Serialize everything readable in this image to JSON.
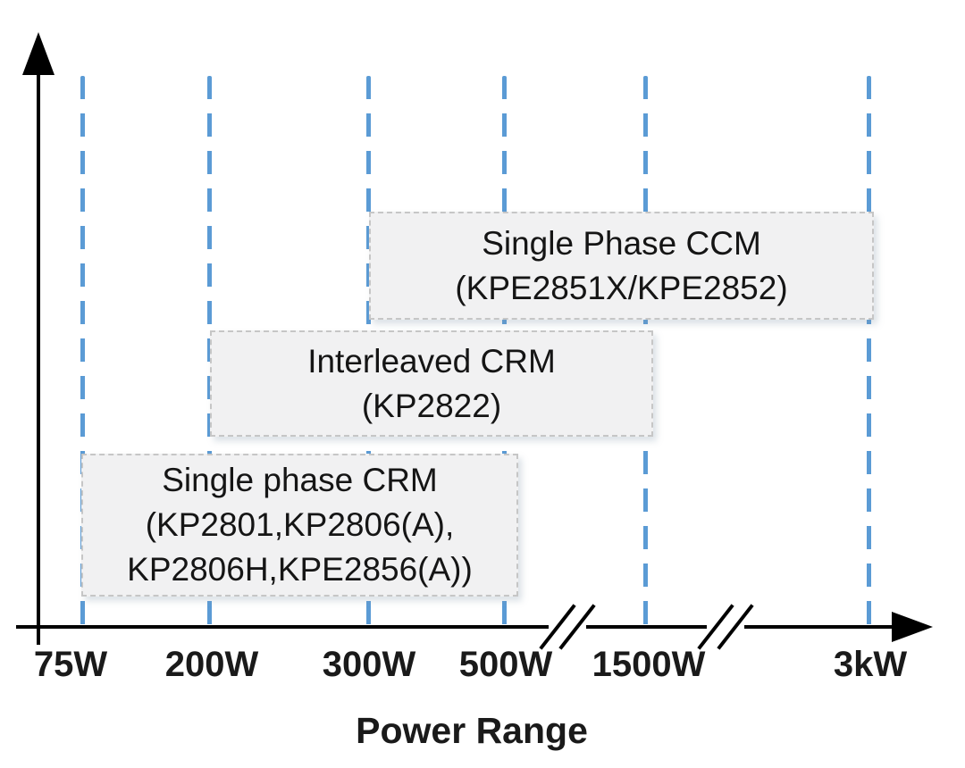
{
  "chart_data": {
    "type": "bar",
    "subtype": "horizontal-range-bars-on-power-axis",
    "title": "",
    "xlabel": "Power Range",
    "ylabel": "",
    "x_tick_labels": [
      "75W",
      "200W",
      "300W",
      "500W",
      "1500W",
      "3kW"
    ],
    "grid": "vertical dashed lines at each power tick",
    "axis_breaks": [
      "between 500W and 1500W",
      "between 1500W and 3kW"
    ],
    "series": [
      {
        "name": "Single Phase CCM",
        "parts": "(KPE2851X/KPE2852)",
        "range_start": "300W",
        "range_end": "3kW"
      },
      {
        "name": "Interleaved CRM",
        "parts": "(KP2822)",
        "range_start": "200W",
        "range_end": "1500W"
      },
      {
        "name": "Single phase CRM",
        "parts": "(KP2801,KP2806(A), KP2806H,KPE2856(A))",
        "range_start": "75W",
        "range_end": "500W"
      }
    ],
    "colors": {
      "gridline_blue": "#5b9bd5",
      "box_fill": "#f1f1f2",
      "box_border": "#c6c6c6",
      "axis": "#000000",
      "text": "#1a1a1a"
    }
  },
  "boxes": {
    "ccm": {
      "line1": "Single Phase CCM",
      "line2": "(KPE2851X/KPE2852)"
    },
    "interleaved": {
      "line1": "Interleaved CRM",
      "line2": "(KP2822)"
    },
    "crm": {
      "line1": "Single phase CRM",
      "line2": "(KP2801,KP2806(A),",
      "line3": "KP2806H,KPE2856(A))"
    }
  }
}
